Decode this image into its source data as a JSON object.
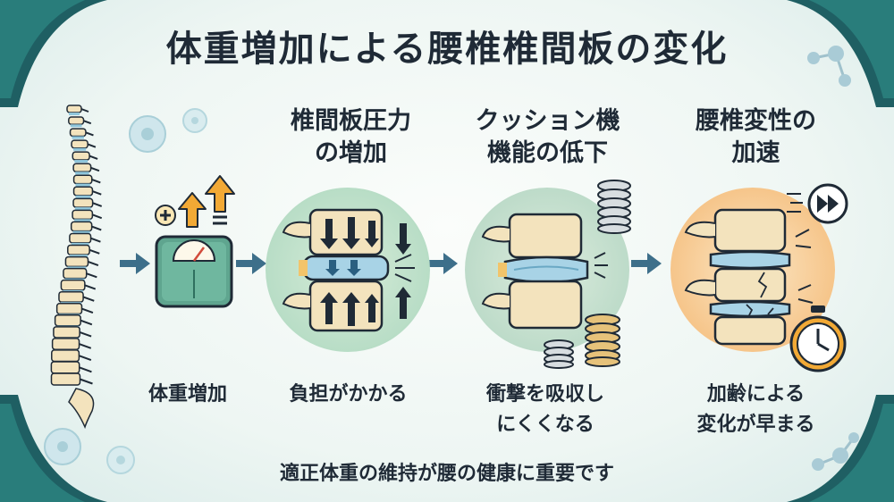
{
  "title": "体重増加による腰椎椎間板の変化",
  "steps": [
    {
      "title_line1": "",
      "title_line2": "",
      "label_line1": "体重増加",
      "label_line2": ""
    },
    {
      "title_line1": "椎間板圧力",
      "title_line2": "の増加",
      "label_line1": "負担がかかる",
      "label_line2": ""
    },
    {
      "title_line1": "クッション機",
      "title_line2": "機能の低下",
      "label_line1": "衝撃を吸収し",
      "label_line2": "にくくなる"
    },
    {
      "title_line1": "腰椎変性の",
      "title_line2": "加速",
      "label_line1": "加齢による",
      "label_line2": "変化が早まる"
    }
  ],
  "footer": "適正体重の維持が腰の健康に重要です",
  "colors": {
    "text": "#1f2a36",
    "arrow": "#3d6f8a",
    "scale": "#5fa58f",
    "up_arrow": "#f2a935",
    "bone": "#f3e3bd",
    "disc": "#a8d3e6",
    "corner": "#1f5f63"
  },
  "icons": [
    "spine-icon",
    "scale-icon",
    "plus-icon",
    "up-arrow-icon",
    "compression-arrow-icon",
    "spring-icon",
    "crack-icon",
    "fast-forward-icon",
    "stopwatch-icon",
    "molecule-icon",
    "cell-icon"
  ]
}
